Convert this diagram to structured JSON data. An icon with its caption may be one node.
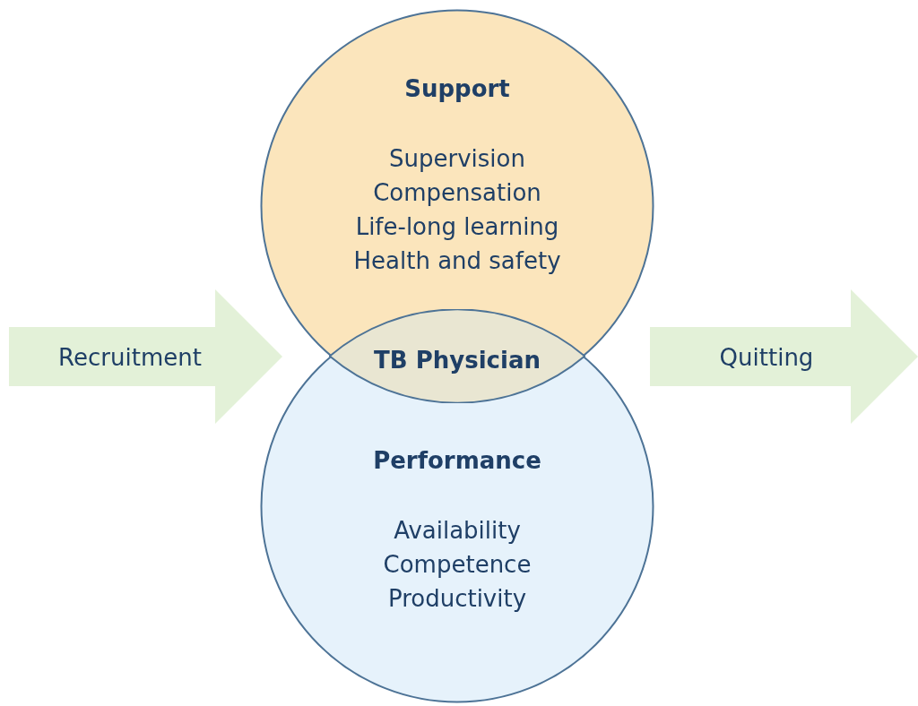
{
  "diagram": {
    "nodes": [
      {
        "text": [
          "Support",
          "Supervision",
          "Compensation",
          "Life-long learning",
          "Health and safety"
        ]
      },
      {
        "text": [
          "Performance",
          "Availability",
          "Competence",
          "Productivity"
        ]
      },
      {
        "text": [
          "TB Physician"
        ]
      },
      {
        "text": [
          "Recruitment"
        ]
      },
      {
        "text": [
          "Quitting"
        ]
      }
    ]
  }
}
